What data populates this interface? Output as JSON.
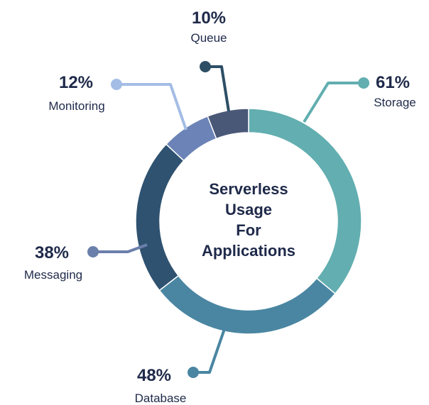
{
  "chart_data": {
    "type": "pie",
    "variant": "donut",
    "title_lines": [
      "Serverless",
      "Usage",
      "For",
      "Applications"
    ],
    "segments": [
      {
        "name": "Storage",
        "label": "61%",
        "value": 61,
        "color": "#62aeb0"
      },
      {
        "name": "Database",
        "label": "48%",
        "value": 48,
        "color": "#4a86a2"
      },
      {
        "name": "Messaging",
        "label": "38%",
        "value": 38,
        "color": "#2f5270"
      },
      {
        "name": "Monitoring",
        "label": "12%",
        "value": 12,
        "color": "#6b83b6"
      },
      {
        "name": "Queue",
        "label": "10%",
        "value": 10,
        "color": "#4a5878"
      }
    ],
    "callout_colors": {
      "Storage": "#62aeb0",
      "Database": "#4a86a2",
      "Messaging": "#6b7fab",
      "Monitoring": "#a4bde6",
      "Queue": "#2d4f66"
    }
  }
}
